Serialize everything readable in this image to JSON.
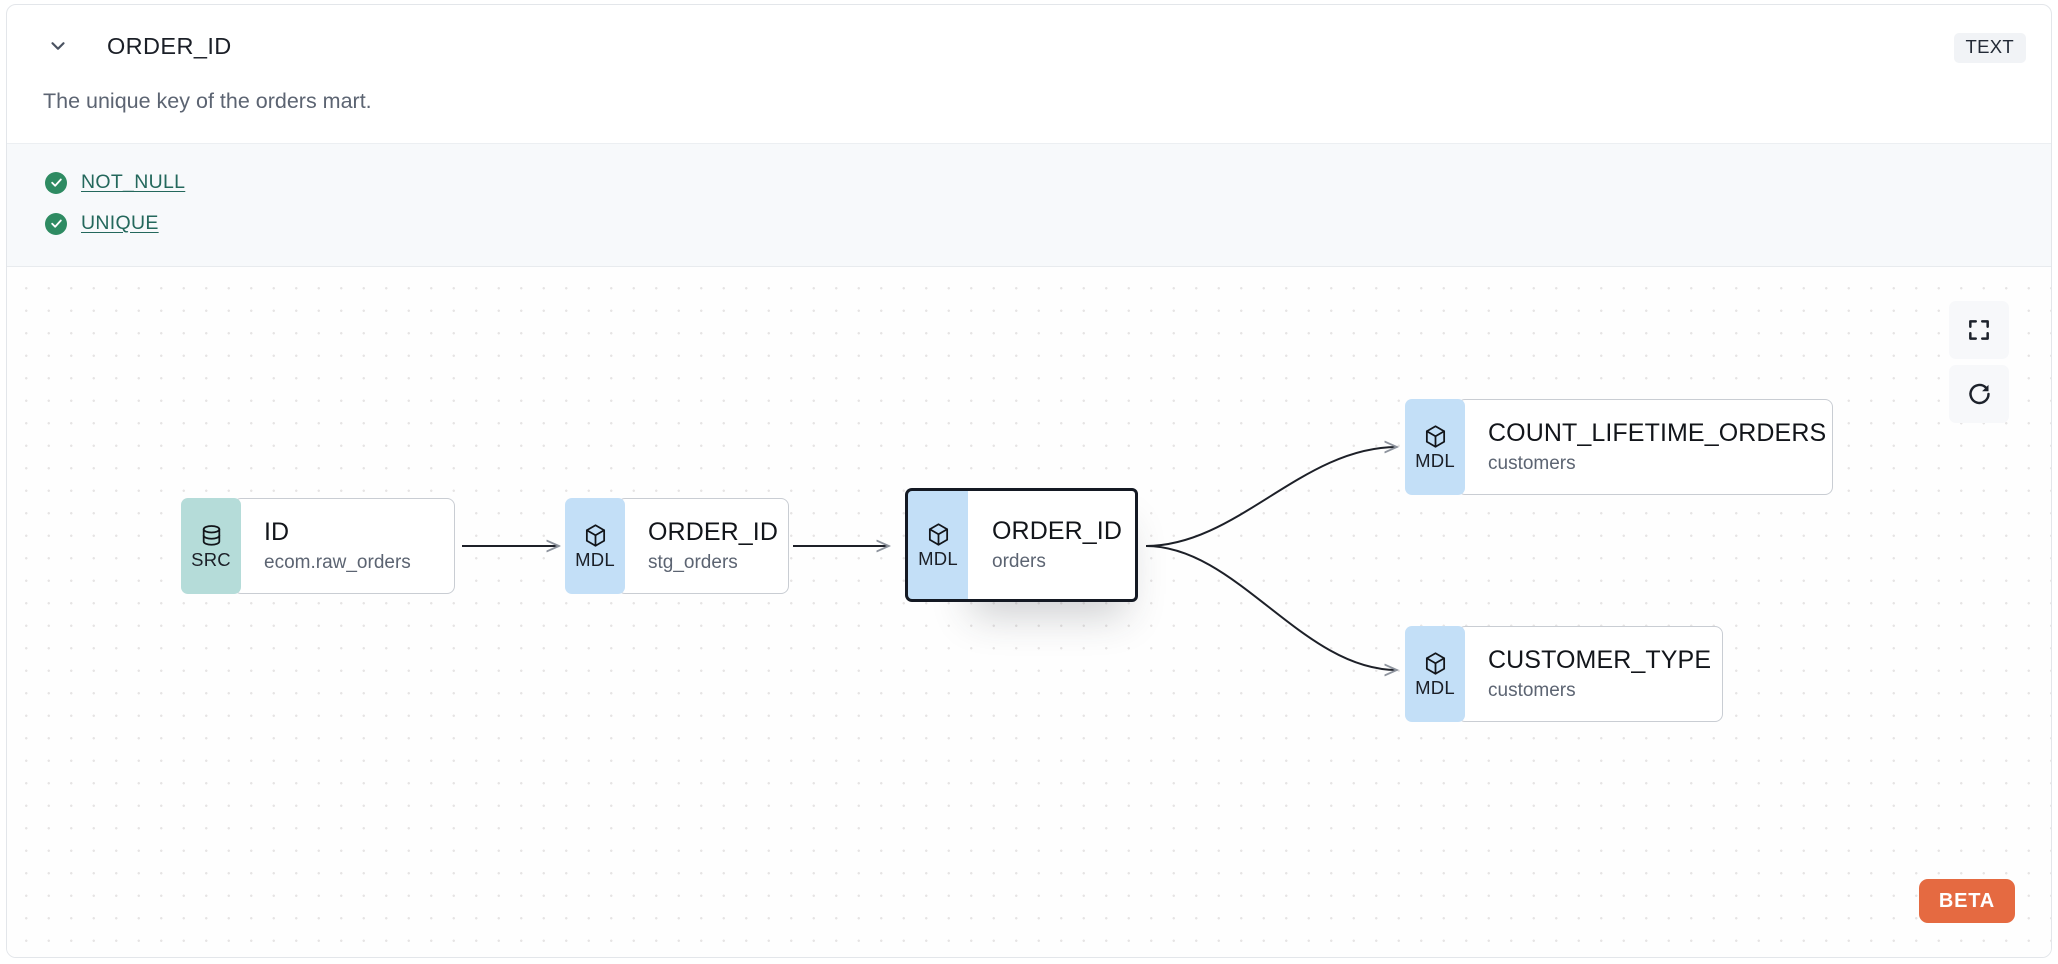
{
  "header": {
    "column_name": "ORDER_ID",
    "data_type": "TEXT",
    "collapse_icon": "chevron-down-icon"
  },
  "description": "The unique key of the orders mart.",
  "tests": [
    {
      "name": "NOT_NULL",
      "status": "passed",
      "status_icon": "check-circle-icon"
    },
    {
      "name": "UNIQUE",
      "status": "passed",
      "status_icon": "check-circle-icon"
    }
  ],
  "lineage": {
    "controls": [
      {
        "name": "fullscreen",
        "icon": "fullscreen-icon"
      },
      {
        "name": "refresh",
        "icon": "refresh-icon"
      }
    ],
    "beta_label": "BETA",
    "nodes": [
      {
        "id": "src-id",
        "badge": "SRC",
        "badge_icon": "database-icon",
        "title": "ID",
        "subtitle": "ecom.raw_orders",
        "selected": false
      },
      {
        "id": "stg-order",
        "badge": "MDL",
        "badge_icon": "cube-icon",
        "title": "ORDER_ID",
        "subtitle": "stg_orders",
        "selected": false
      },
      {
        "id": "orders-order",
        "badge": "MDL",
        "badge_icon": "cube-icon",
        "title": "ORDER_ID",
        "subtitle": "orders",
        "selected": true
      },
      {
        "id": "cust-count",
        "badge": "MDL",
        "badge_icon": "cube-icon",
        "title": "COUNT_LIFETIME_ORDERS",
        "subtitle": "customers",
        "selected": false
      },
      {
        "id": "cust-type",
        "badge": "MDL",
        "badge_icon": "cube-icon",
        "title": "CUSTOMER_TYPE",
        "subtitle": "customers",
        "selected": false
      }
    ],
    "edges": [
      {
        "from": "src-id",
        "to": "stg-order",
        "shape": "straight"
      },
      {
        "from": "stg-order",
        "to": "orders-order",
        "shape": "straight"
      },
      {
        "from": "orders-order",
        "to": "cust-count",
        "shape": "curve"
      },
      {
        "from": "orders-order",
        "to": "cust-type",
        "shape": "curve"
      }
    ]
  },
  "colors": {
    "src_badge": "#b5dcd9",
    "mdl_badge": "#c3dff7",
    "test_pass": "#2e8b62",
    "test_link": "#24685c",
    "beta": "#e56a41",
    "selected_border": "#141923"
  }
}
